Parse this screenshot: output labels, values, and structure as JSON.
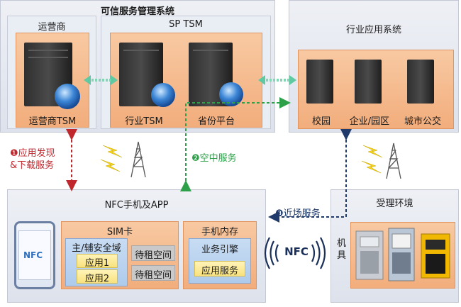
{
  "trusted_system": {
    "title": "可信服务管理系统"
  },
  "operator": {
    "title": "运营商",
    "server_label": "运营商TSM"
  },
  "sp_tsm": {
    "title": "SP TSM",
    "industry_label": "行业TSM",
    "province_label": "省份平台"
  },
  "industry_system": {
    "title": "行业应用系统",
    "items": [
      "校园",
      "企业/园区",
      "城市公交"
    ]
  },
  "links": {
    "app_discovery": {
      "number": "❶",
      "line1": "应用发现",
      "line2": "&下载服务"
    },
    "ota": {
      "number": "❷",
      "label": "空中服务"
    },
    "nfc_service": {
      "number": "❸",
      "label": "近场服务"
    }
  },
  "nfc_phone": {
    "title": "NFC手机及APP",
    "phone_nfc": "NFC",
    "sim": {
      "title": "SIM卡",
      "main_domain": "主/辅安全域",
      "apps": [
        "应用1",
        "应用2"
      ],
      "rent_spaces": [
        "待租空间",
        "待租空间"
      ]
    },
    "memory": {
      "title": "手机内存",
      "engine": "业务引擎",
      "app_service": "应用服务"
    }
  },
  "nfc_symbol": "NFC",
  "acceptance": {
    "title": "受理环境",
    "machine_label": "机具"
  },
  "colors": {
    "red_arrow": "#c0272d",
    "green_arrow": "#2ea04a",
    "navy_arrow": "#1f3a6b",
    "orange_box": "#f2ad7c",
    "panel": "#e3e7ef"
  }
}
